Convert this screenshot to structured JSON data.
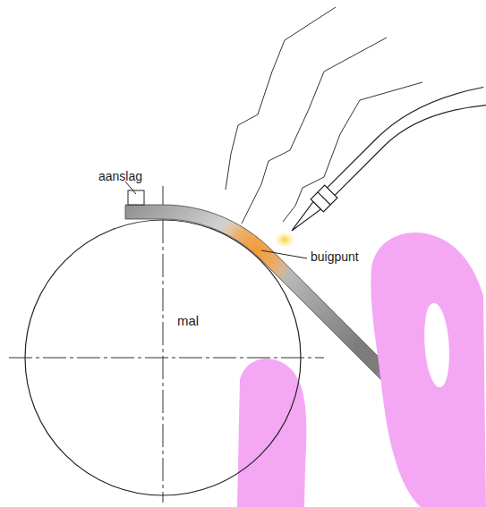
{
  "diagram": {
    "nodes": [
      {
        "text": [
          "mal"
        ]
      }
    ],
    "labels": [
      "aanslag",
      "buigpunt"
    ]
  }
}
